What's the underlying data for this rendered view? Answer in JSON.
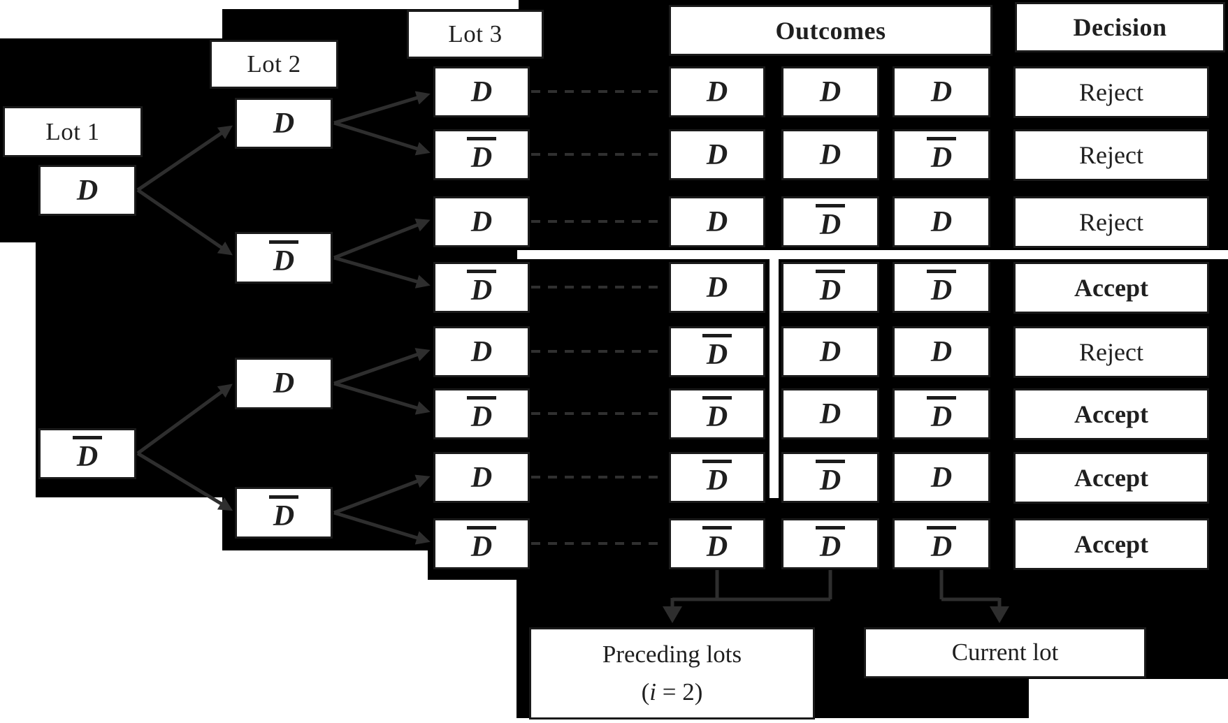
{
  "headers": {
    "lot1": "Lot 1",
    "lot2": "Lot 2",
    "lot3": "Lot 3",
    "outcomes": "Outcomes",
    "decision": "Decision"
  },
  "tree": {
    "lot1": [
      {
        "symbol": "D",
        "bar": false
      },
      {
        "symbol": "D",
        "bar": true
      }
    ],
    "lot2": [
      {
        "symbol": "D",
        "bar": false
      },
      {
        "symbol": "D",
        "bar": true
      },
      {
        "symbol": "D",
        "bar": false
      },
      {
        "symbol": "D",
        "bar": true
      }
    ],
    "lot3": [
      {
        "symbol": "D",
        "bar": false
      },
      {
        "symbol": "D",
        "bar": true
      },
      {
        "symbol": "D",
        "bar": false
      },
      {
        "symbol": "D",
        "bar": true
      },
      {
        "symbol": "D",
        "bar": false
      },
      {
        "symbol": "D",
        "bar": true
      },
      {
        "symbol": "D",
        "bar": false
      },
      {
        "symbol": "D",
        "bar": true
      }
    ]
  },
  "table": {
    "rows": [
      {
        "outcome": [
          {
            "symbol": "D",
            "bar": false
          },
          {
            "symbol": "D",
            "bar": false
          },
          {
            "symbol": "D",
            "bar": false
          }
        ],
        "decision": "Reject"
      },
      {
        "outcome": [
          {
            "symbol": "D",
            "bar": false
          },
          {
            "symbol": "D",
            "bar": false
          },
          {
            "symbol": "D",
            "bar": true
          }
        ],
        "decision": "Reject"
      },
      {
        "outcome": [
          {
            "symbol": "D",
            "bar": false
          },
          {
            "symbol": "D",
            "bar": true
          },
          {
            "symbol": "D",
            "bar": false
          }
        ],
        "decision": "Reject"
      },
      {
        "outcome": [
          {
            "symbol": "D",
            "bar": false
          },
          {
            "symbol": "D",
            "bar": true
          },
          {
            "symbol": "D",
            "bar": true
          }
        ],
        "decision": "Accept"
      },
      {
        "outcome": [
          {
            "symbol": "D",
            "bar": true
          },
          {
            "symbol": "D",
            "bar": false
          },
          {
            "symbol": "D",
            "bar": false
          }
        ],
        "decision": "Reject"
      },
      {
        "outcome": [
          {
            "symbol": "D",
            "bar": true
          },
          {
            "symbol": "D",
            "bar": false
          },
          {
            "symbol": "D",
            "bar": true
          }
        ],
        "decision": "Accept"
      },
      {
        "outcome": [
          {
            "symbol": "D",
            "bar": true
          },
          {
            "symbol": "D",
            "bar": true
          },
          {
            "symbol": "D",
            "bar": false
          }
        ],
        "decision": "Accept"
      },
      {
        "outcome": [
          {
            "symbol": "D",
            "bar": true
          },
          {
            "symbol": "D",
            "bar": true
          },
          {
            "symbol": "D",
            "bar": true
          }
        ],
        "decision": "Accept"
      }
    ]
  },
  "footer": {
    "preceding": {
      "line1": "Preceding lots",
      "line2": {
        "open": "(",
        "var": "i",
        "rest": " = 2)"
      }
    },
    "current": "Current lot"
  },
  "colors": {
    "panel_background": "#000000",
    "box_border": "#1a1a1a",
    "connector": "#2e2e2e",
    "box_fill": "#ffffff"
  }
}
